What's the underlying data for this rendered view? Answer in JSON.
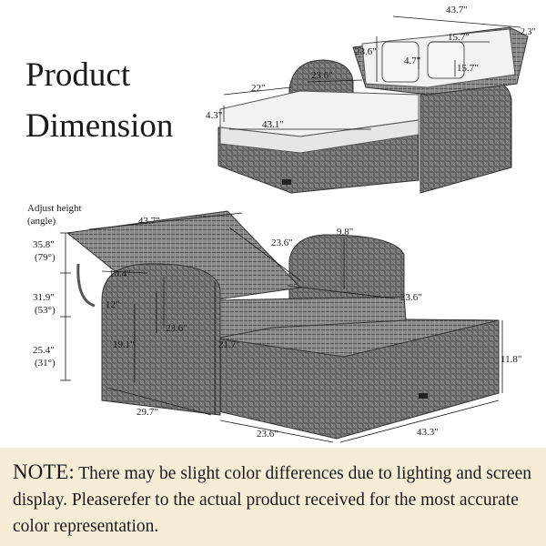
{
  "title_line1": "Product",
  "title_line2": "Dimension",
  "top_view": {
    "width": "43.7\"",
    "depth_right": "2.3\"",
    "back_height": "23.6\"",
    "seat_depth": "23.6\"",
    "pillow_thickness": "4.7\"",
    "pillow_width": "15.7\"",
    "pillow_height": "15.7\"",
    "arm_depth": "22\"",
    "cushion_height": "4.3\"",
    "seat_width": "43.1\""
  },
  "bottom_view": {
    "adjust_label": "Adjust height",
    "adjust_sub": "(angle)",
    "heights": [
      {
        "value": "35.8\"",
        "angle": "(79°)"
      },
      {
        "value": "31.9\"",
        "angle": "(53°)"
      },
      {
        "value": "25.4\"",
        "angle": "(31°)"
      }
    ],
    "back_width": "43.7\"",
    "arm_width": "9.8\"",
    "back_length": "23.6\"",
    "seat_length": "23.6\"",
    "arm_top": "10.4\"",
    "arm_inner": "12\"",
    "arm_height": "23.6\"",
    "leg_height": "19.1\"",
    "base_height": "21.7\"",
    "ottoman_height": "11.8\"",
    "overall_depth": "29.7\"",
    "ottoman_depth": "23.6\"",
    "ottoman_width": "43.3\""
  },
  "note": {
    "label": "NOTE:",
    "text": "There may be slight color differences due to lighting and screen display. Pleaserefer to the actual product received for the most accurate color representation."
  },
  "colors": {
    "wicker": "#6e6e6e",
    "cushion": "#f2f2f2",
    "note_bg": "#f7ecd6"
  }
}
